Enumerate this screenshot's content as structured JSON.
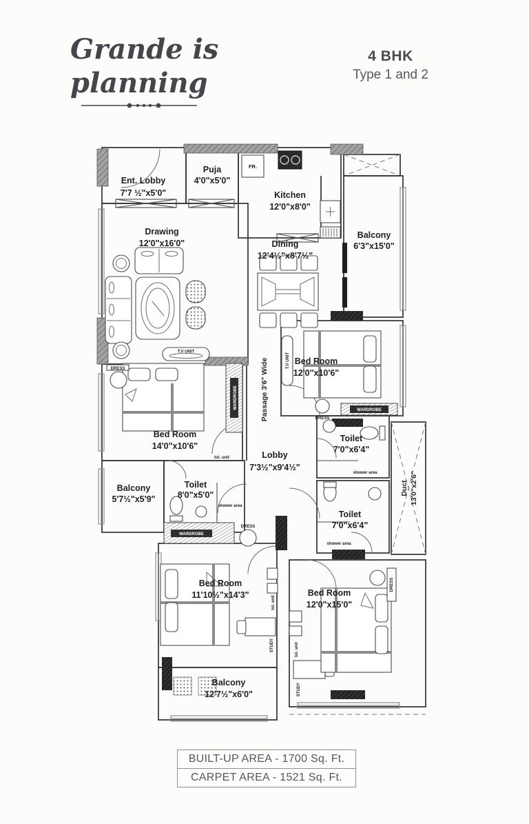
{
  "header": {
    "brand_line1": "Grande is",
    "brand_line2": "planning",
    "plan_type": "4 BHK",
    "plan_subtype": "Type 1 and 2"
  },
  "rooms": {
    "ent_lobby": {
      "name": "Ent. Lobby",
      "dims": "7'7 ½\"x5'0\""
    },
    "puja": {
      "name": "Puja",
      "dims": "4'0\"x5'0\""
    },
    "kitchen": {
      "name": "Kitchen",
      "dims": "12'0\"x8'0\""
    },
    "drawing": {
      "name": "Drawing",
      "dims": "12'0\"x16'0\""
    },
    "dining": {
      "name": "Dining",
      "dims": "12'4½\"x8'7½\""
    },
    "balcony_right": {
      "name": "Balcony",
      "dims": "6'3\"x15'0\""
    },
    "bedroom_top_right": {
      "name": "Bed Room",
      "dims": "12'0\"x10'6\""
    },
    "bedroom_left": {
      "name": "Bed Room",
      "dims": "14'0\"x10'6\""
    },
    "balcony_left": {
      "name": "Balcony",
      "dims": "5'7½\"x5'9\""
    },
    "toilet_left": {
      "name": "Toilet",
      "dims": "8'0\"x5'0\""
    },
    "lobby": {
      "name": "Lobby",
      "dims": "7'3½\"x9'4½\""
    },
    "toilet_mid": {
      "name": "Toilet",
      "dims": "7'0\"x6'4\""
    },
    "toilet_lower": {
      "name": "Toilet",
      "dims": "7'0\"x6'4\""
    },
    "duct": {
      "name": "Duct",
      "dims": "13'0\"x2'6\""
    },
    "bedroom_bottom_left": {
      "name": "Bed Room",
      "dims": "11'10½\"x14'3\""
    },
    "bedroom_bottom_right": {
      "name": "Bed Room",
      "dims": "12'0\"x15'0\""
    },
    "balcony_bottom": {
      "name": "Balcony",
      "dims": "12'7½\"x6'0\""
    }
  },
  "annotations": {
    "passage": "Passage 3'6\" Wide",
    "tv_unit": "T.V UNIT",
    "dress": "DRESS",
    "wardrobe": "WARDROBE",
    "fridge": "FR.",
    "toilet_unit": "tol. unit",
    "shower_area": "shower area",
    "study": "STUDY"
  },
  "footer": {
    "built_up_area": "BUILT-UP AREA - 1700 Sq. Ft.",
    "carpet_area": "CARPET AREA - 1521 Sq. Ft."
  },
  "colors": {
    "ink": "#3a3a3a",
    "brand_text": "#45454b",
    "pier_gray": "#9b9b9b",
    "pier_dark": "#232323"
  }
}
